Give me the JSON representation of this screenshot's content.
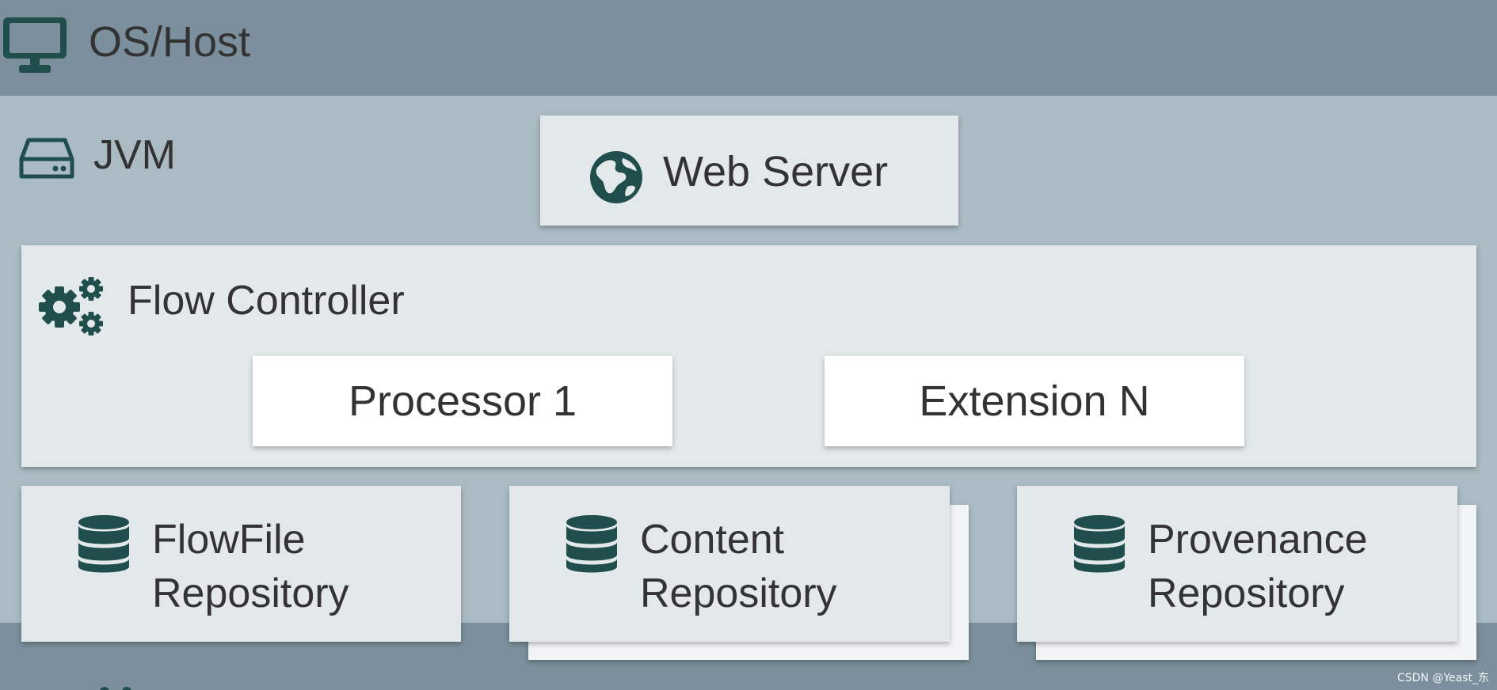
{
  "os_host": {
    "title": "OS/Host",
    "icon": "monitor-icon"
  },
  "jvm": {
    "title": "JVM",
    "icon": "hard-drive-icon"
  },
  "web_server": {
    "label": "Web Server",
    "icon": "globe-icon"
  },
  "flow_controller": {
    "label": "Flow Controller",
    "icon": "gears-icon",
    "components": [
      {
        "label": "Processor 1"
      },
      {
        "label": "Extension N"
      }
    ]
  },
  "repositories": [
    {
      "line1": "FlowFile",
      "line2": "Repository",
      "icon": "database-icon",
      "stacked": false
    },
    {
      "line1": "Content",
      "line2": "Repository",
      "icon": "database-icon",
      "stacked": true
    },
    {
      "line1": "Provenance",
      "line2": "Repository",
      "icon": "database-icon",
      "stacked": true
    }
  ],
  "watermark": "CSDN @Yeast_东",
  "colors": {
    "host_bg": "#7b909c",
    "jvm_bg": "#aabbc3",
    "card_bg": "#e3e8eb",
    "component_bg": "#ffffff",
    "icon_color": "#1f4e4c",
    "text_color": "#333333"
  }
}
